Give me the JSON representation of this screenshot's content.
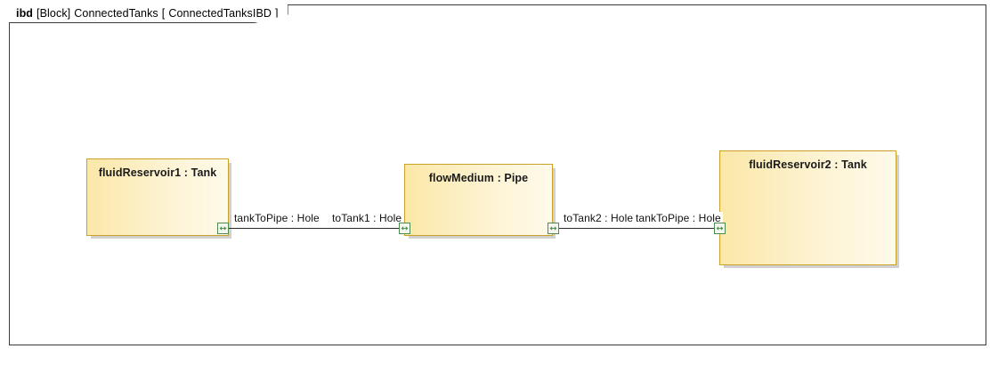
{
  "frame": {
    "header": {
      "keyword": "ibd",
      "type": "[Block]",
      "block_name": "ConnectedTanks",
      "bracket_open": "[",
      "diagram_name": "ConnectedTanksIBD",
      "bracket_close": "]"
    },
    "border_color": "#3a3a3a",
    "background": "#ffffff"
  },
  "style": {
    "part_border_color": "#c9a227",
    "part_fill_start": "#fbe7a8",
    "part_fill_end": "#fefaea",
    "port_border_color": "#4f8a4f",
    "port_arrow_color": "#4f8a4f",
    "connector_color": "#2b2b2b",
    "shadow_color": "#969696"
  },
  "parts": [
    {
      "id": "fluidReservoir1",
      "label": "fluidReservoir1 : Tank",
      "part_name": "fluidReservoir1",
      "block_type": "Tank"
    },
    {
      "id": "flowMedium",
      "label": "flowMedium : Pipe",
      "part_name": "flowMedium",
      "block_type": "Pipe"
    },
    {
      "id": "fluidReservoir2",
      "label": "fluidReservoir2 : Tank",
      "part_name": "fluidReservoir2",
      "block_type": "Tank"
    }
  ],
  "ports": [
    {
      "id": "tankToPipe-1",
      "label": "tankToPipe : Hole",
      "port_name": "tankToPipe",
      "port_type": "Hole",
      "owner": "fluidReservoir1",
      "side": "right",
      "icon": "bidirectional-flow-arrow-icon"
    },
    {
      "id": "toTank1",
      "label": "toTank1 : Hole",
      "port_name": "toTank1",
      "port_type": "Hole",
      "owner": "flowMedium",
      "side": "left",
      "icon": "bidirectional-flow-arrow-icon"
    },
    {
      "id": "toTank2",
      "label": "toTank2 : Hole",
      "port_name": "toTank2",
      "port_type": "Hole",
      "owner": "flowMedium",
      "side": "right",
      "icon": "bidirectional-flow-arrow-icon"
    },
    {
      "id": "tankToPipe-2",
      "label": "tankToPipe : Hole",
      "port_name": "tankToPipe",
      "port_type": "Hole",
      "owner": "fluidReservoir2",
      "side": "left",
      "icon": "bidirectional-flow-arrow-icon"
    }
  ],
  "connectors": [
    {
      "id": "connector-left",
      "from": "tankToPipe-1",
      "to": "toTank1"
    },
    {
      "id": "connector-right",
      "from": "toTank2",
      "to": "tankToPipe-2"
    }
  ]
}
